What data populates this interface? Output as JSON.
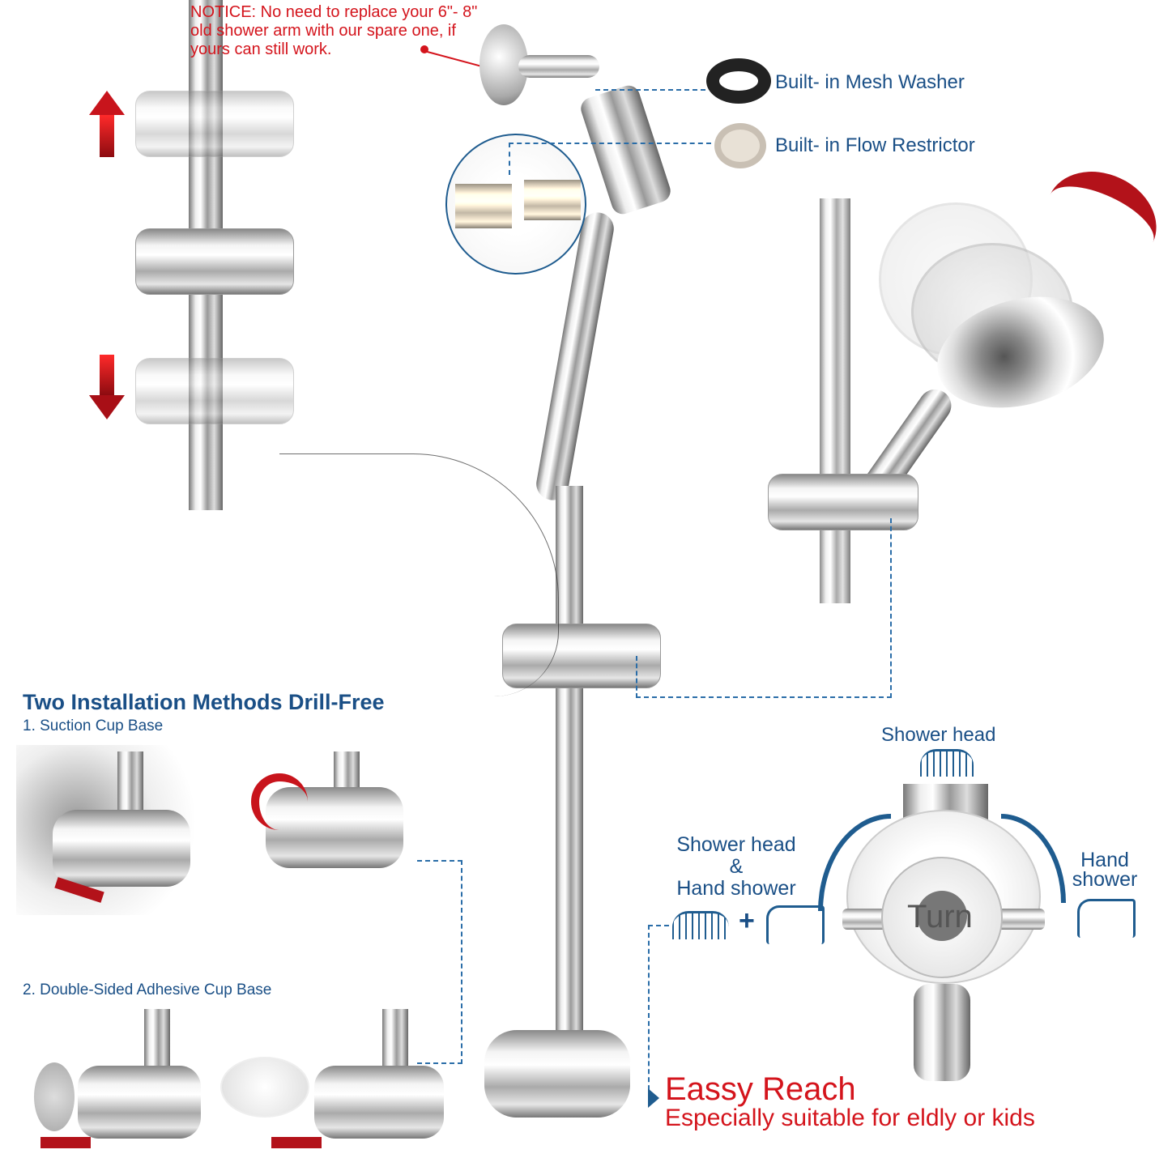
{
  "notice": {
    "line1": "NOTICE: No need to replace your 6\"- 8\"",
    "line2": "old shower arm with our spare one, if",
    "line3": "yours can still work."
  },
  "callouts": {
    "mesh_washer": "Built- in Mesh Washer",
    "flow_restrictor": "Built- in Flow Restrictor"
  },
  "installation": {
    "title": "Two Installation Methods Drill-Free",
    "method1": "1. Suction Cup Base",
    "method2": "2. Double-Sided Adhesive Cup Base"
  },
  "diverter": {
    "top_label": "Shower head",
    "left_line1": "Shower head",
    "left_line2": "&",
    "left_line3": "Hand shower",
    "right_line1": "Hand",
    "right_line2": "shower",
    "plus": "+",
    "turn": "Turn"
  },
  "reach": {
    "title": "Eassy Reach",
    "subtitle": "Especially suitable for eldly or kids"
  },
  "colors": {
    "red": "#d4141c",
    "blue": "#1f5c8f"
  }
}
